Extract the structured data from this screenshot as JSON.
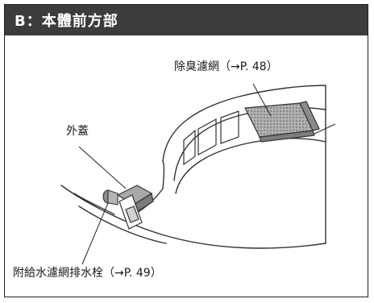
{
  "section": {
    "title": "B：本體前方部"
  },
  "callouts": {
    "deodorizing_filter": "除臭濾網（→P. 48）",
    "outer_cover": "外蓋",
    "drain_plug": "附給水濾網排水栓（→P. 49）"
  },
  "colors": {
    "header_bg": "#3c3c3c",
    "header_text": "#ffffff",
    "line": "#333333",
    "filter_fill": "#9a9a9a"
  }
}
